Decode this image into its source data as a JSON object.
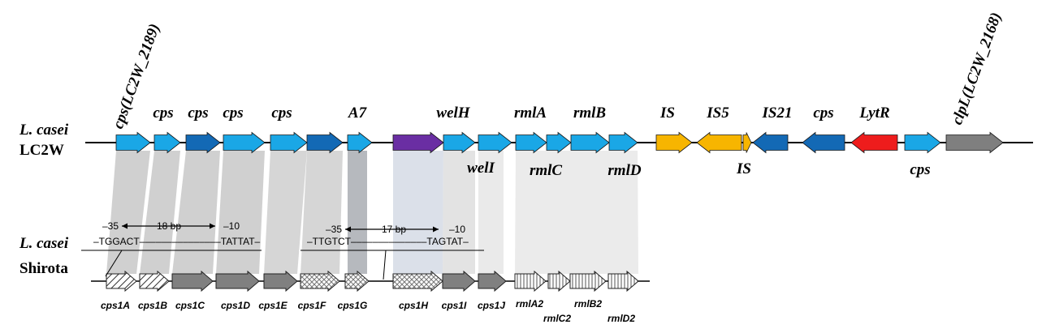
{
  "organisms": {
    "top": {
      "species": "L. casei",
      "strain": "LC2W"
    },
    "bottom": {
      "species": "L. casei",
      "strain": "Shirota"
    }
  },
  "top_genes": [
    {
      "label": "cps(LC2W_2189)",
      "color": "#1aa7e6",
      "dir": "right"
    },
    {
      "label": "cps",
      "color": "#1aa7e6",
      "dir": "right"
    },
    {
      "label": "cps",
      "color": "#1369b5",
      "dir": "right"
    },
    {
      "label": "cps",
      "color": "#1aa7e6",
      "dir": "right"
    },
    {
      "label": "cps",
      "color": "#1aa7e6",
      "dir": "right"
    },
    {
      "label": "",
      "color": "#1369b5",
      "dir": "right"
    },
    {
      "label": "A7",
      "color": "#1aa7e6",
      "dir": "right"
    },
    {
      "label": "",
      "color": "#6a2ea3",
      "dir": "right"
    },
    {
      "label": "welH",
      "color": "#1aa7e6",
      "dir": "right"
    },
    {
      "label": "welI",
      "color": "#1aa7e6",
      "dir": "right"
    },
    {
      "label": "rmlA",
      "color": "#1aa7e6",
      "dir": "right"
    },
    {
      "label": "rmlC",
      "color": "#1aa7e6",
      "dir": "right"
    },
    {
      "label": "rmlB",
      "color": "#1aa7e6",
      "dir": "right"
    },
    {
      "label": "rmlD",
      "color": "#1aa7e6",
      "dir": "right"
    },
    {
      "label": "IS",
      "color": "#f7b500",
      "dir": "right"
    },
    {
      "label": "IS5",
      "color": "#f7b500",
      "dir": "left"
    },
    {
      "label": "IS",
      "color": "#f7b500",
      "dir": "right"
    },
    {
      "label": "IS21",
      "color": "#1369b5",
      "dir": "left"
    },
    {
      "label": "cps",
      "color": "#1369b5",
      "dir": "left"
    },
    {
      "label": "LytR",
      "color": "#ee1c1c",
      "dir": "left"
    },
    {
      "label": "cps",
      "color": "#1aa7e6",
      "dir": "right"
    },
    {
      "label": "clpL(LC2W_2168)",
      "color": "#7f7f7f",
      "dir": "right"
    }
  ],
  "bottom_genes": [
    {
      "label": "cps1A",
      "fill": "hatch"
    },
    {
      "label": "cps1B",
      "fill": "hatch"
    },
    {
      "label": "cps1C",
      "fill": "gray"
    },
    {
      "label": "cps1D",
      "fill": "gray"
    },
    {
      "label": "cps1E",
      "fill": "gray"
    },
    {
      "label": "cps1F",
      "fill": "cross"
    },
    {
      "label": "cps1G",
      "fill": "cross"
    },
    {
      "label": "cps1H",
      "fill": "cross"
    },
    {
      "label": "cps1I",
      "fill": "gray"
    },
    {
      "label": "cps1J",
      "fill": "gray"
    },
    {
      "label": "rmlA2",
      "fill": "vert"
    },
    {
      "label": "rmlC2",
      "fill": "vert"
    },
    {
      "label": "rmlB2",
      "fill": "vert"
    },
    {
      "label": "rmlD2",
      "fill": "vert"
    }
  ],
  "promoters": [
    {
      "minus35": "–35",
      "spacer": "18 bp",
      "minus10": "–10",
      "sequence": "–TGGACT–––––––––––––––TATTAT–"
    },
    {
      "minus35": "–35",
      "spacer": "17 bp",
      "minus10": "–10",
      "sequence": "–TTGTCT––––––––––––––TAGTAT–"
    }
  ]
}
